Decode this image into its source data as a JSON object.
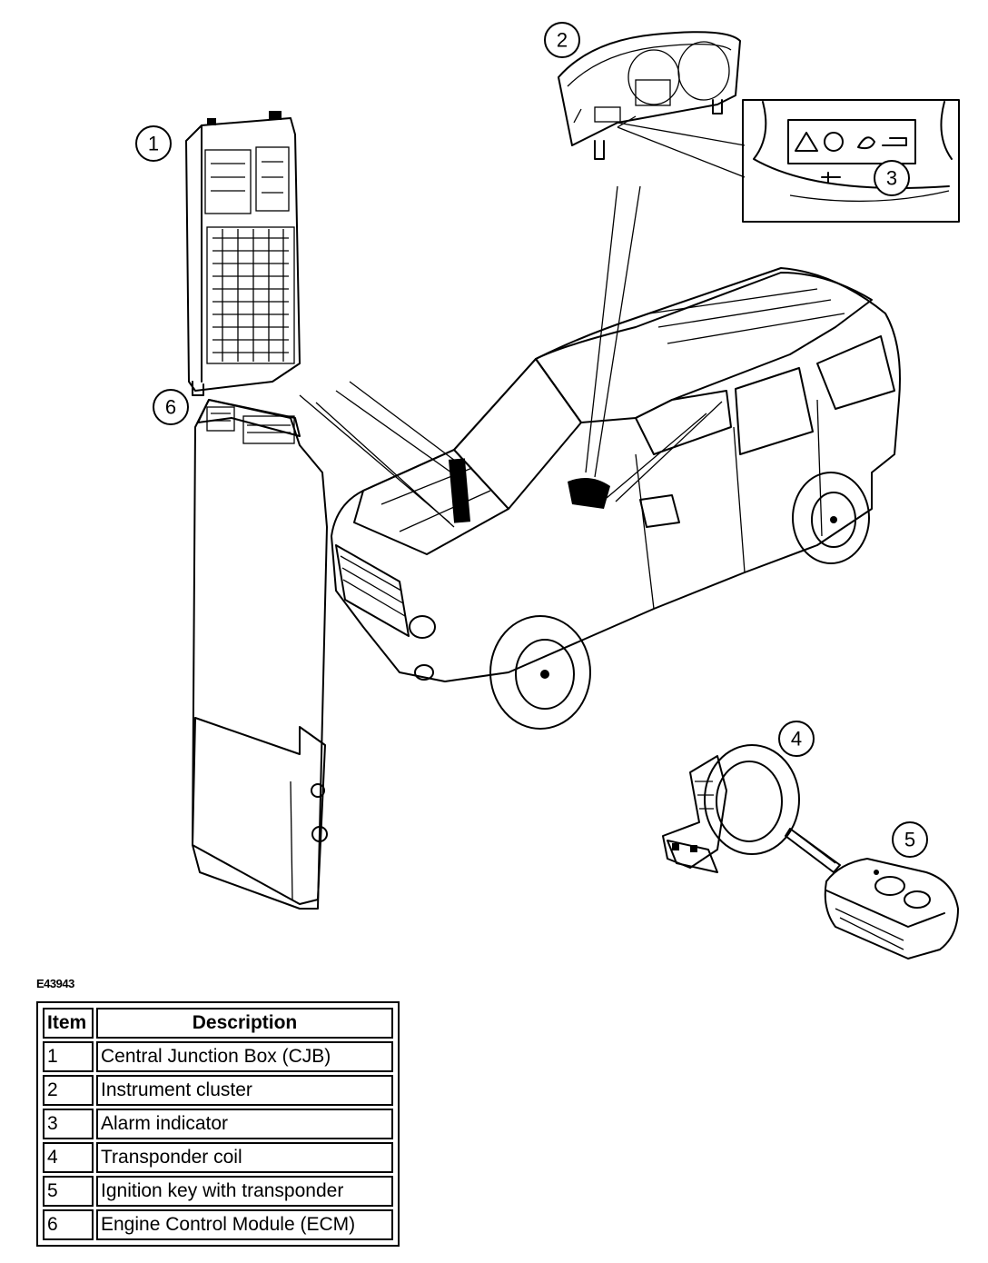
{
  "figure_code": "E43943",
  "callouts": [
    {
      "number": "1"
    },
    {
      "number": "2"
    },
    {
      "number": "3"
    },
    {
      "number": "4"
    },
    {
      "number": "5"
    },
    {
      "number": "6"
    }
  ],
  "legend": {
    "header_item": "Item",
    "header_description": "Description",
    "rows": [
      {
        "item": "1",
        "description": "Central Junction Box (CJB)"
      },
      {
        "item": "2",
        "description": "Instrument cluster"
      },
      {
        "item": "3",
        "description": "Alarm indicator"
      },
      {
        "item": "4",
        "description": "Transponder coil"
      },
      {
        "item": "5",
        "description": "Ignition key with transponder"
      },
      {
        "item": "6",
        "description": "Engine Control Module (ECM)"
      }
    ]
  }
}
